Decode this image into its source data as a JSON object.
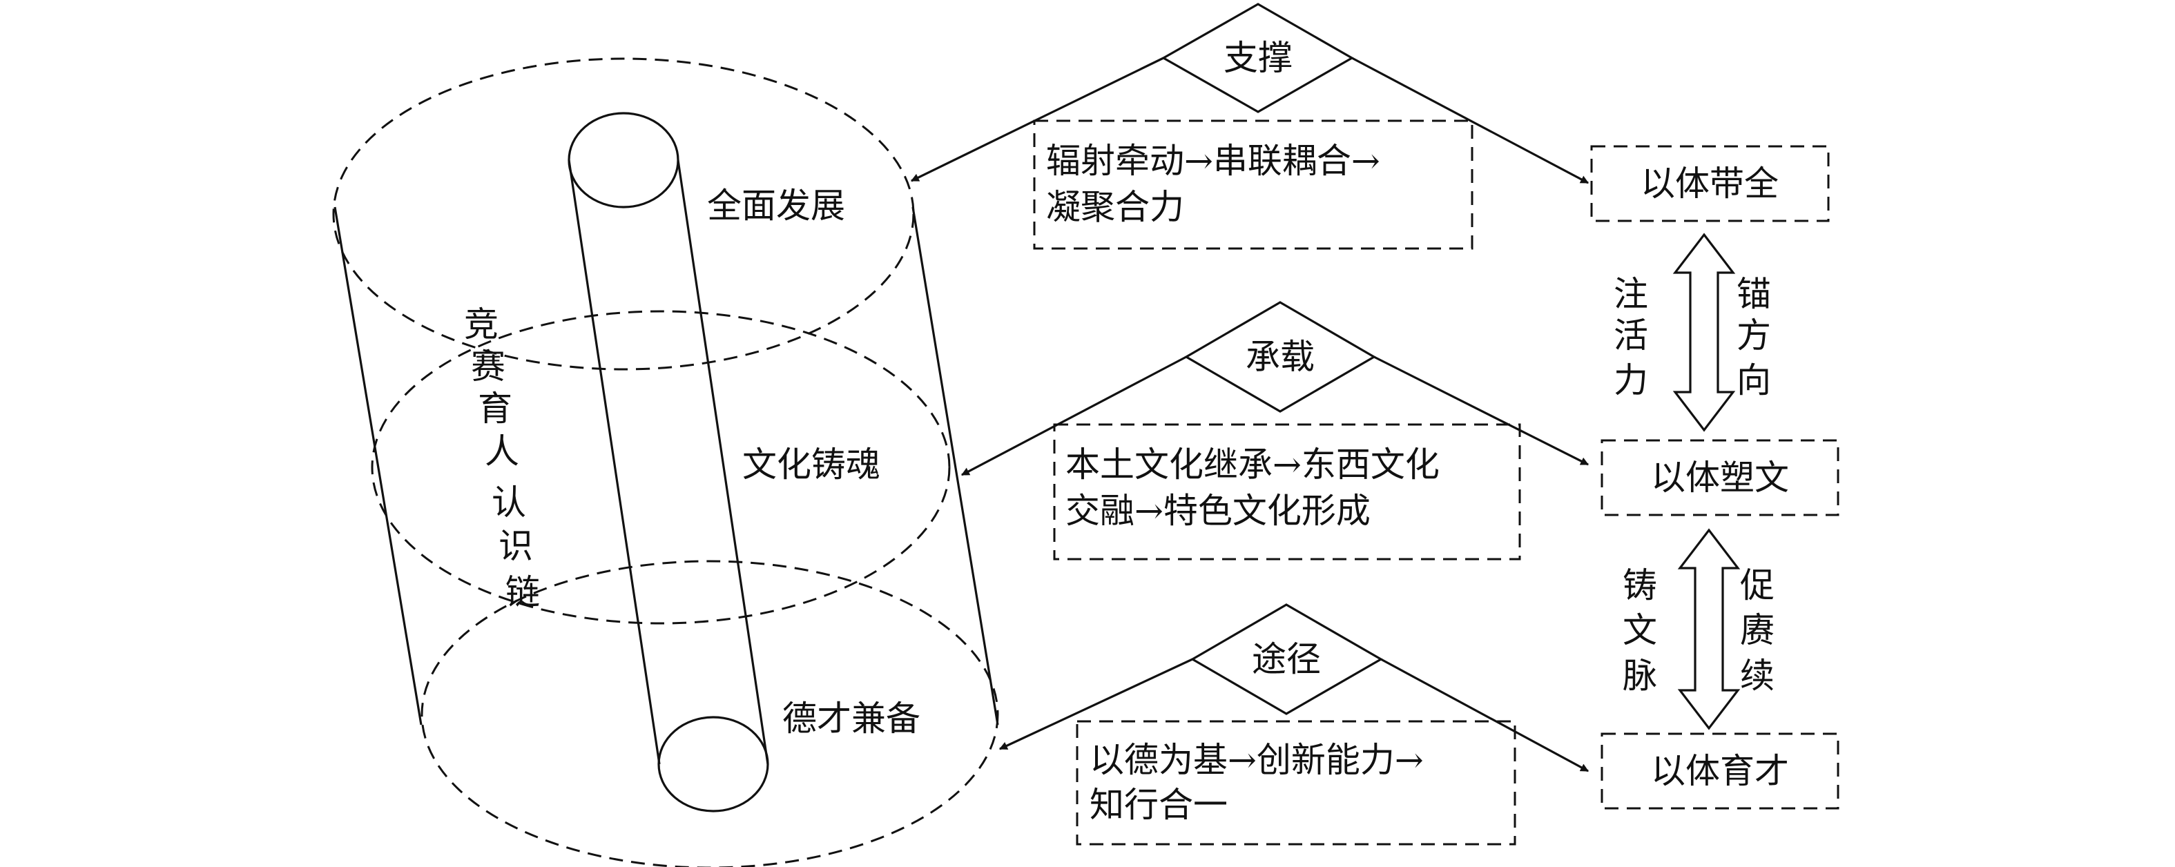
{
  "cylinder": {
    "levels": [
      "全面发展",
      "文化铸魂",
      "德才兼备"
    ],
    "axis_label": [
      "竞",
      "赛",
      "育",
      "人",
      "认",
      "识",
      "链"
    ]
  },
  "diamonds": [
    "支撑",
    "承载",
    "途径"
  ],
  "paths": [
    [
      "辐射牵动→串联耦合→",
      "凝聚合力"
    ],
    [
      "本土文化继承→东西文化",
      "交融→特色文化形成"
    ],
    [
      "以德为基→创新能力→",
      "知行合一"
    ]
  ],
  "outcomes": [
    "以体带全",
    "以体塑文",
    "以体育才"
  ],
  "links": {
    "top_left": [
      "注",
      "活",
      "力"
    ],
    "top_right": [
      "锚",
      "方",
      "向"
    ],
    "bottom_left": [
      "铸",
      "文",
      "脉"
    ],
    "bottom_right": [
      "促",
      "赓",
      "续"
    ]
  }
}
